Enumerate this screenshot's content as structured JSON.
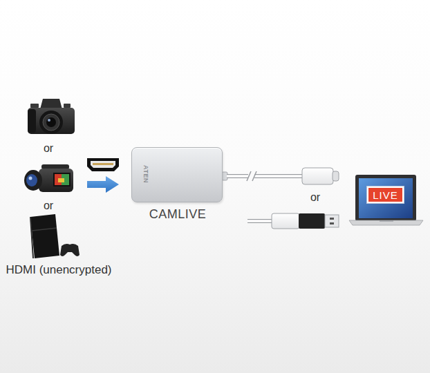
{
  "diagram": {
    "nodes": [
      {
        "text": [
          "ATEN",
          "CAMLIVE"
        ]
      },
      {
        "text": [
          "LIVE"
        ]
      }
    ],
    "labels": [
      "or",
      "or",
      "HDMI (unencrypted)",
      "or"
    ]
  }
}
